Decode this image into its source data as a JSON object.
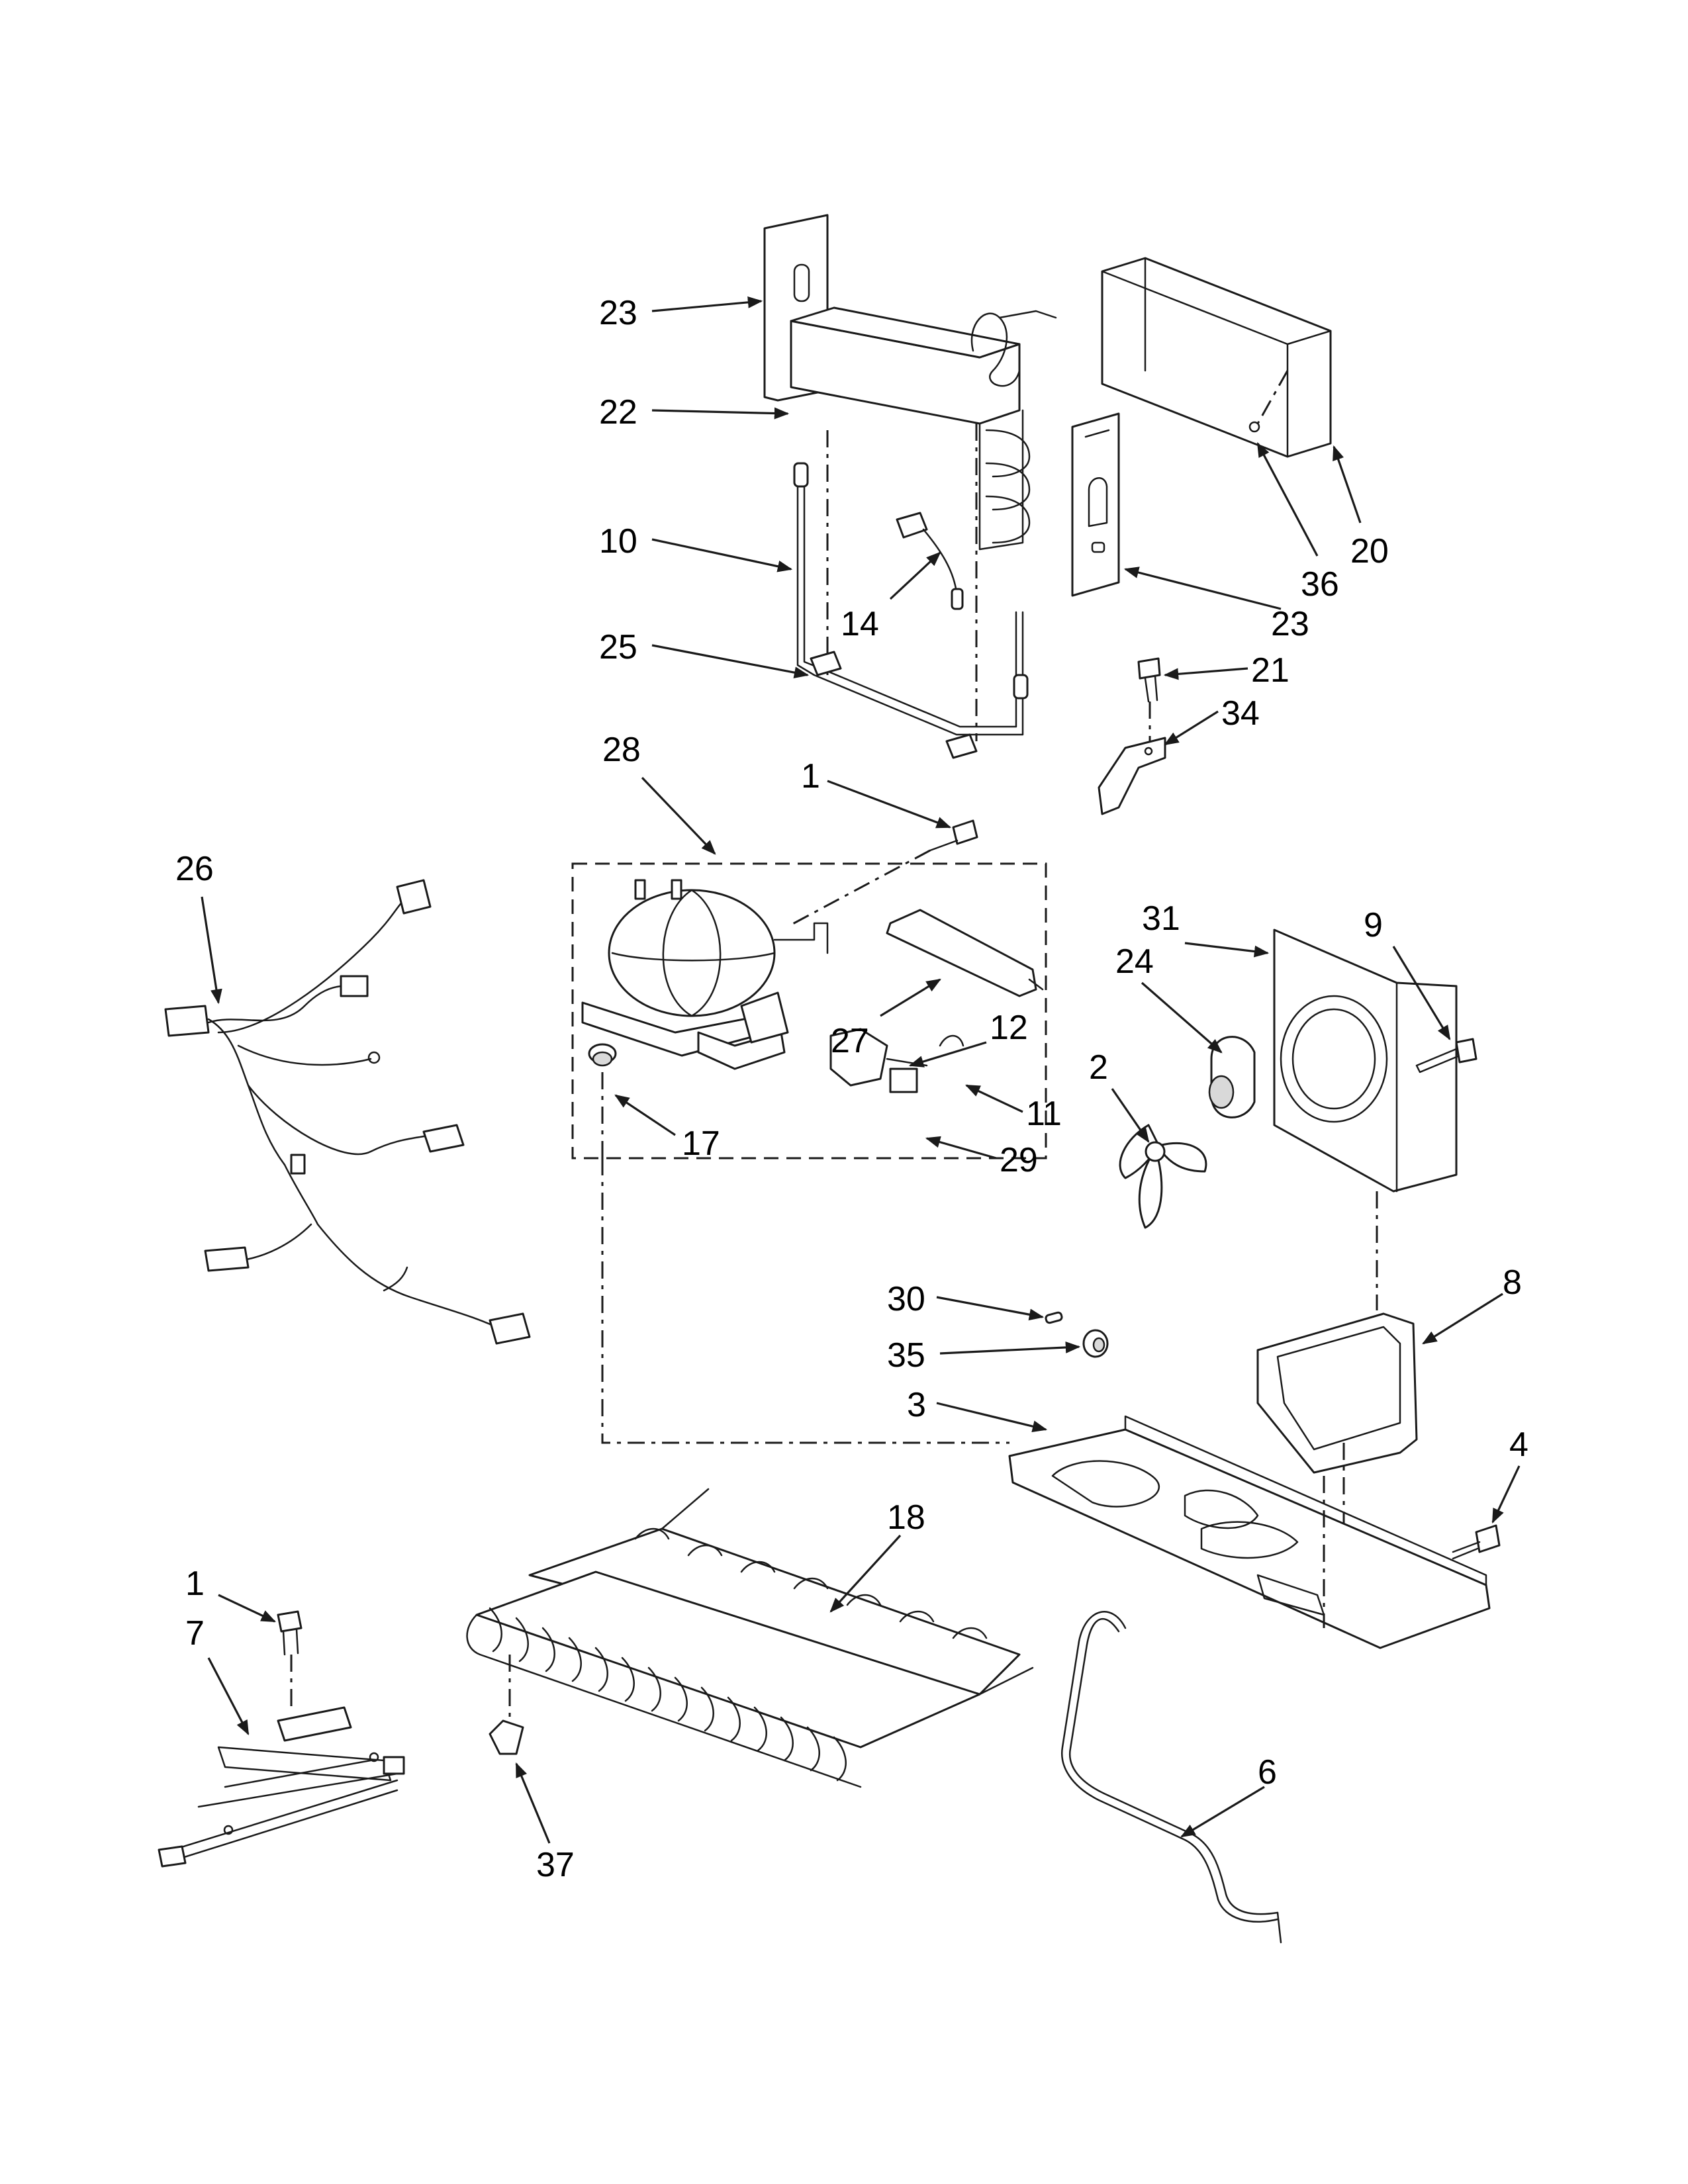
{
  "diagram": {
    "callouts": [
      {
        "id": "c23a",
        "label": "23"
      },
      {
        "id": "c22",
        "label": "22"
      },
      {
        "id": "c10",
        "label": "10"
      },
      {
        "id": "c14",
        "label": "14"
      },
      {
        "id": "c25",
        "label": "25"
      },
      {
        "id": "c20",
        "label": "20"
      },
      {
        "id": "c36",
        "label": "36"
      },
      {
        "id": "c23b",
        "label": "23"
      },
      {
        "id": "c21",
        "label": "21"
      },
      {
        "id": "c34",
        "label": "34"
      },
      {
        "id": "c28",
        "label": "28"
      },
      {
        "id": "c1a",
        "label": "1"
      },
      {
        "id": "c26",
        "label": "26"
      },
      {
        "id": "c27",
        "label": "27"
      },
      {
        "id": "c12",
        "label": "12"
      },
      {
        "id": "c11",
        "label": "11"
      },
      {
        "id": "c17",
        "label": "17"
      },
      {
        "id": "c29",
        "label": "29"
      },
      {
        "id": "c31",
        "label": "31"
      },
      {
        "id": "c9",
        "label": "9"
      },
      {
        "id": "c24",
        "label": "24"
      },
      {
        "id": "c2",
        "label": "2"
      },
      {
        "id": "c30",
        "label": "30"
      },
      {
        "id": "c8",
        "label": "8"
      },
      {
        "id": "c35",
        "label": "35"
      },
      {
        "id": "c3",
        "label": "3"
      },
      {
        "id": "c4",
        "label": "4"
      },
      {
        "id": "c18",
        "label": "18"
      },
      {
        "id": "c1b",
        "label": "1"
      },
      {
        "id": "c7",
        "label": "7"
      },
      {
        "id": "c6",
        "label": "6"
      },
      {
        "id": "c37",
        "label": "37"
      }
    ]
  }
}
